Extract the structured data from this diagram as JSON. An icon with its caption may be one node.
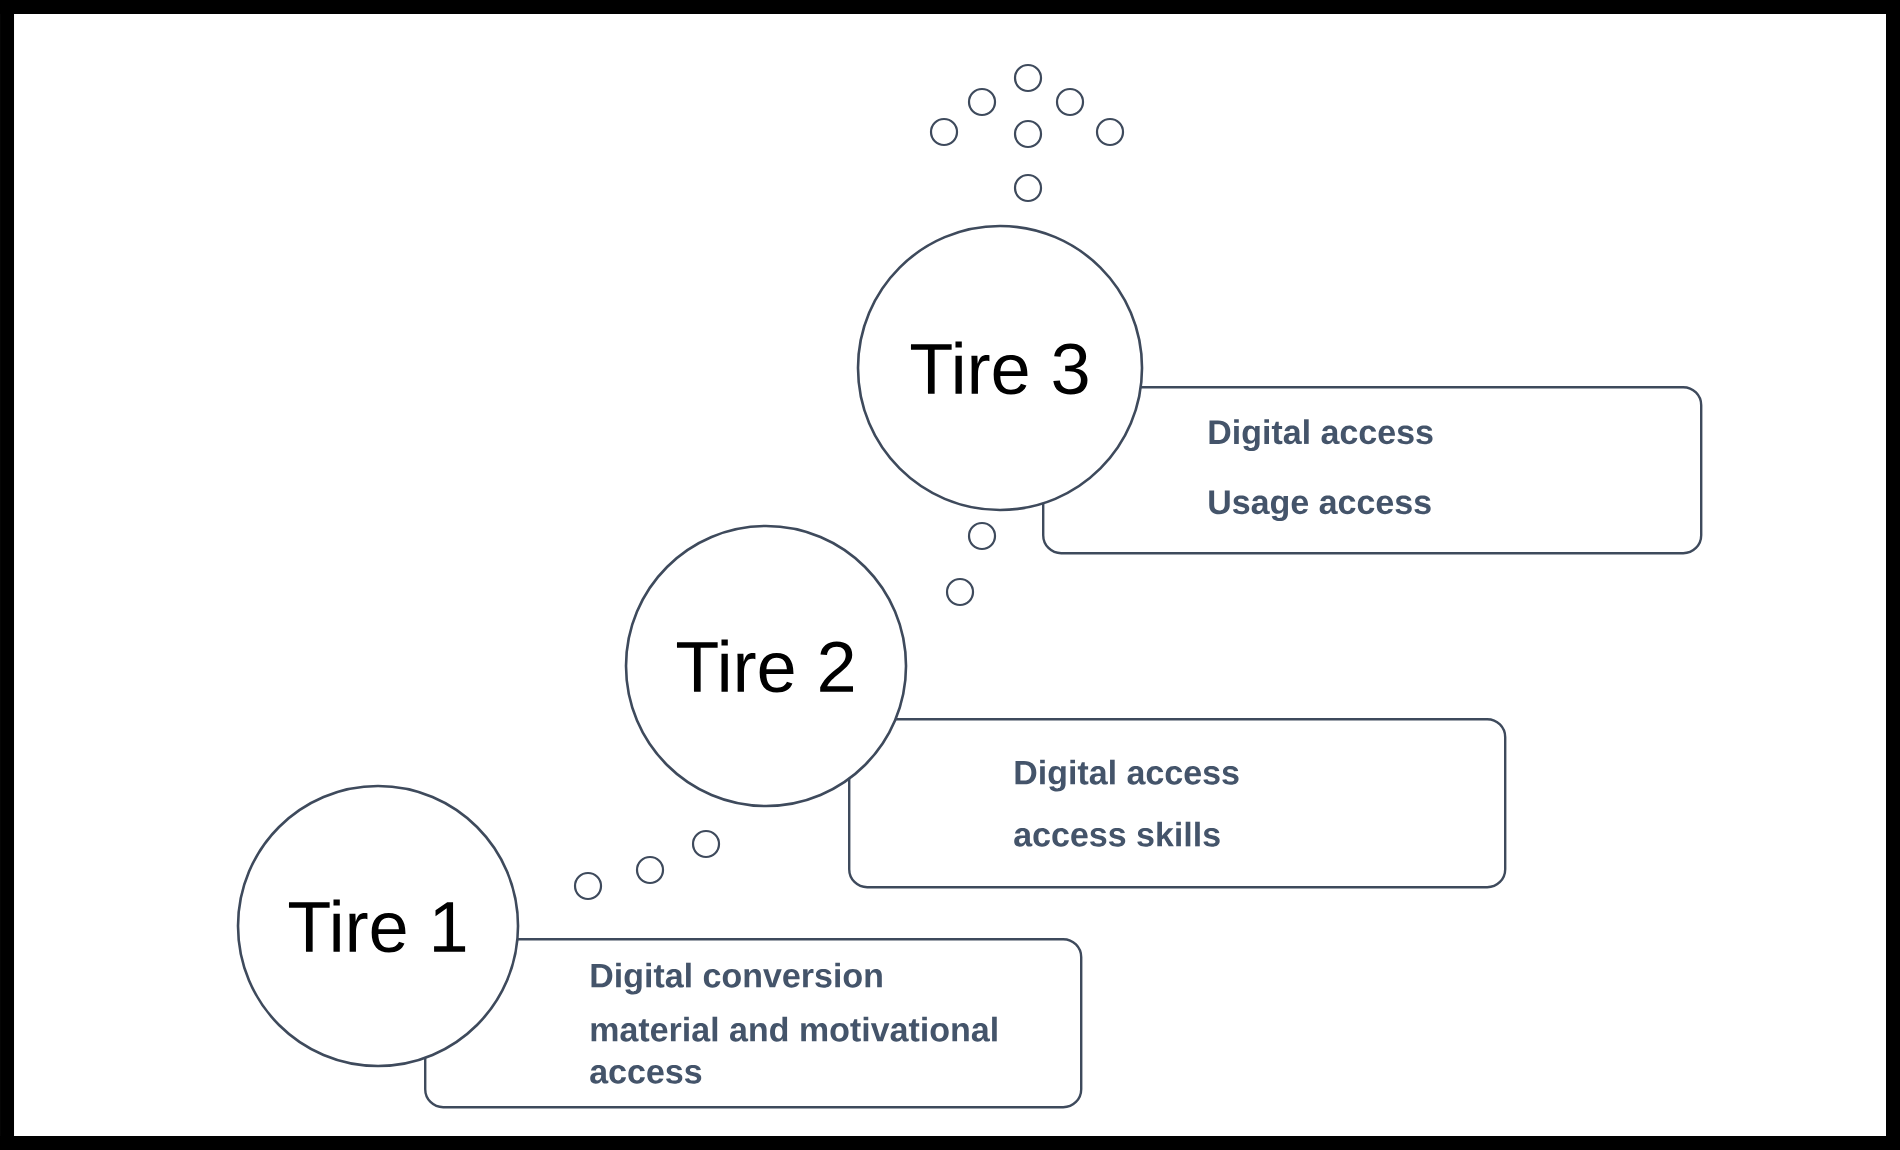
{
  "diagram": {
    "nodes": [
      {
        "text": [
          "Tire 3"
        ]
      },
      {
        "text": [
          "Digital access",
          "Usage access"
        ]
      },
      {
        "text": [
          "Tire 2"
        ]
      },
      {
        "text": [
          "Digital access",
          "access skills"
        ]
      },
      {
        "text": [
          "Tire 1"
        ]
      },
      {
        "text": [
          "Digital conversion",
          "material and motivational access"
        ]
      }
    ]
  }
}
